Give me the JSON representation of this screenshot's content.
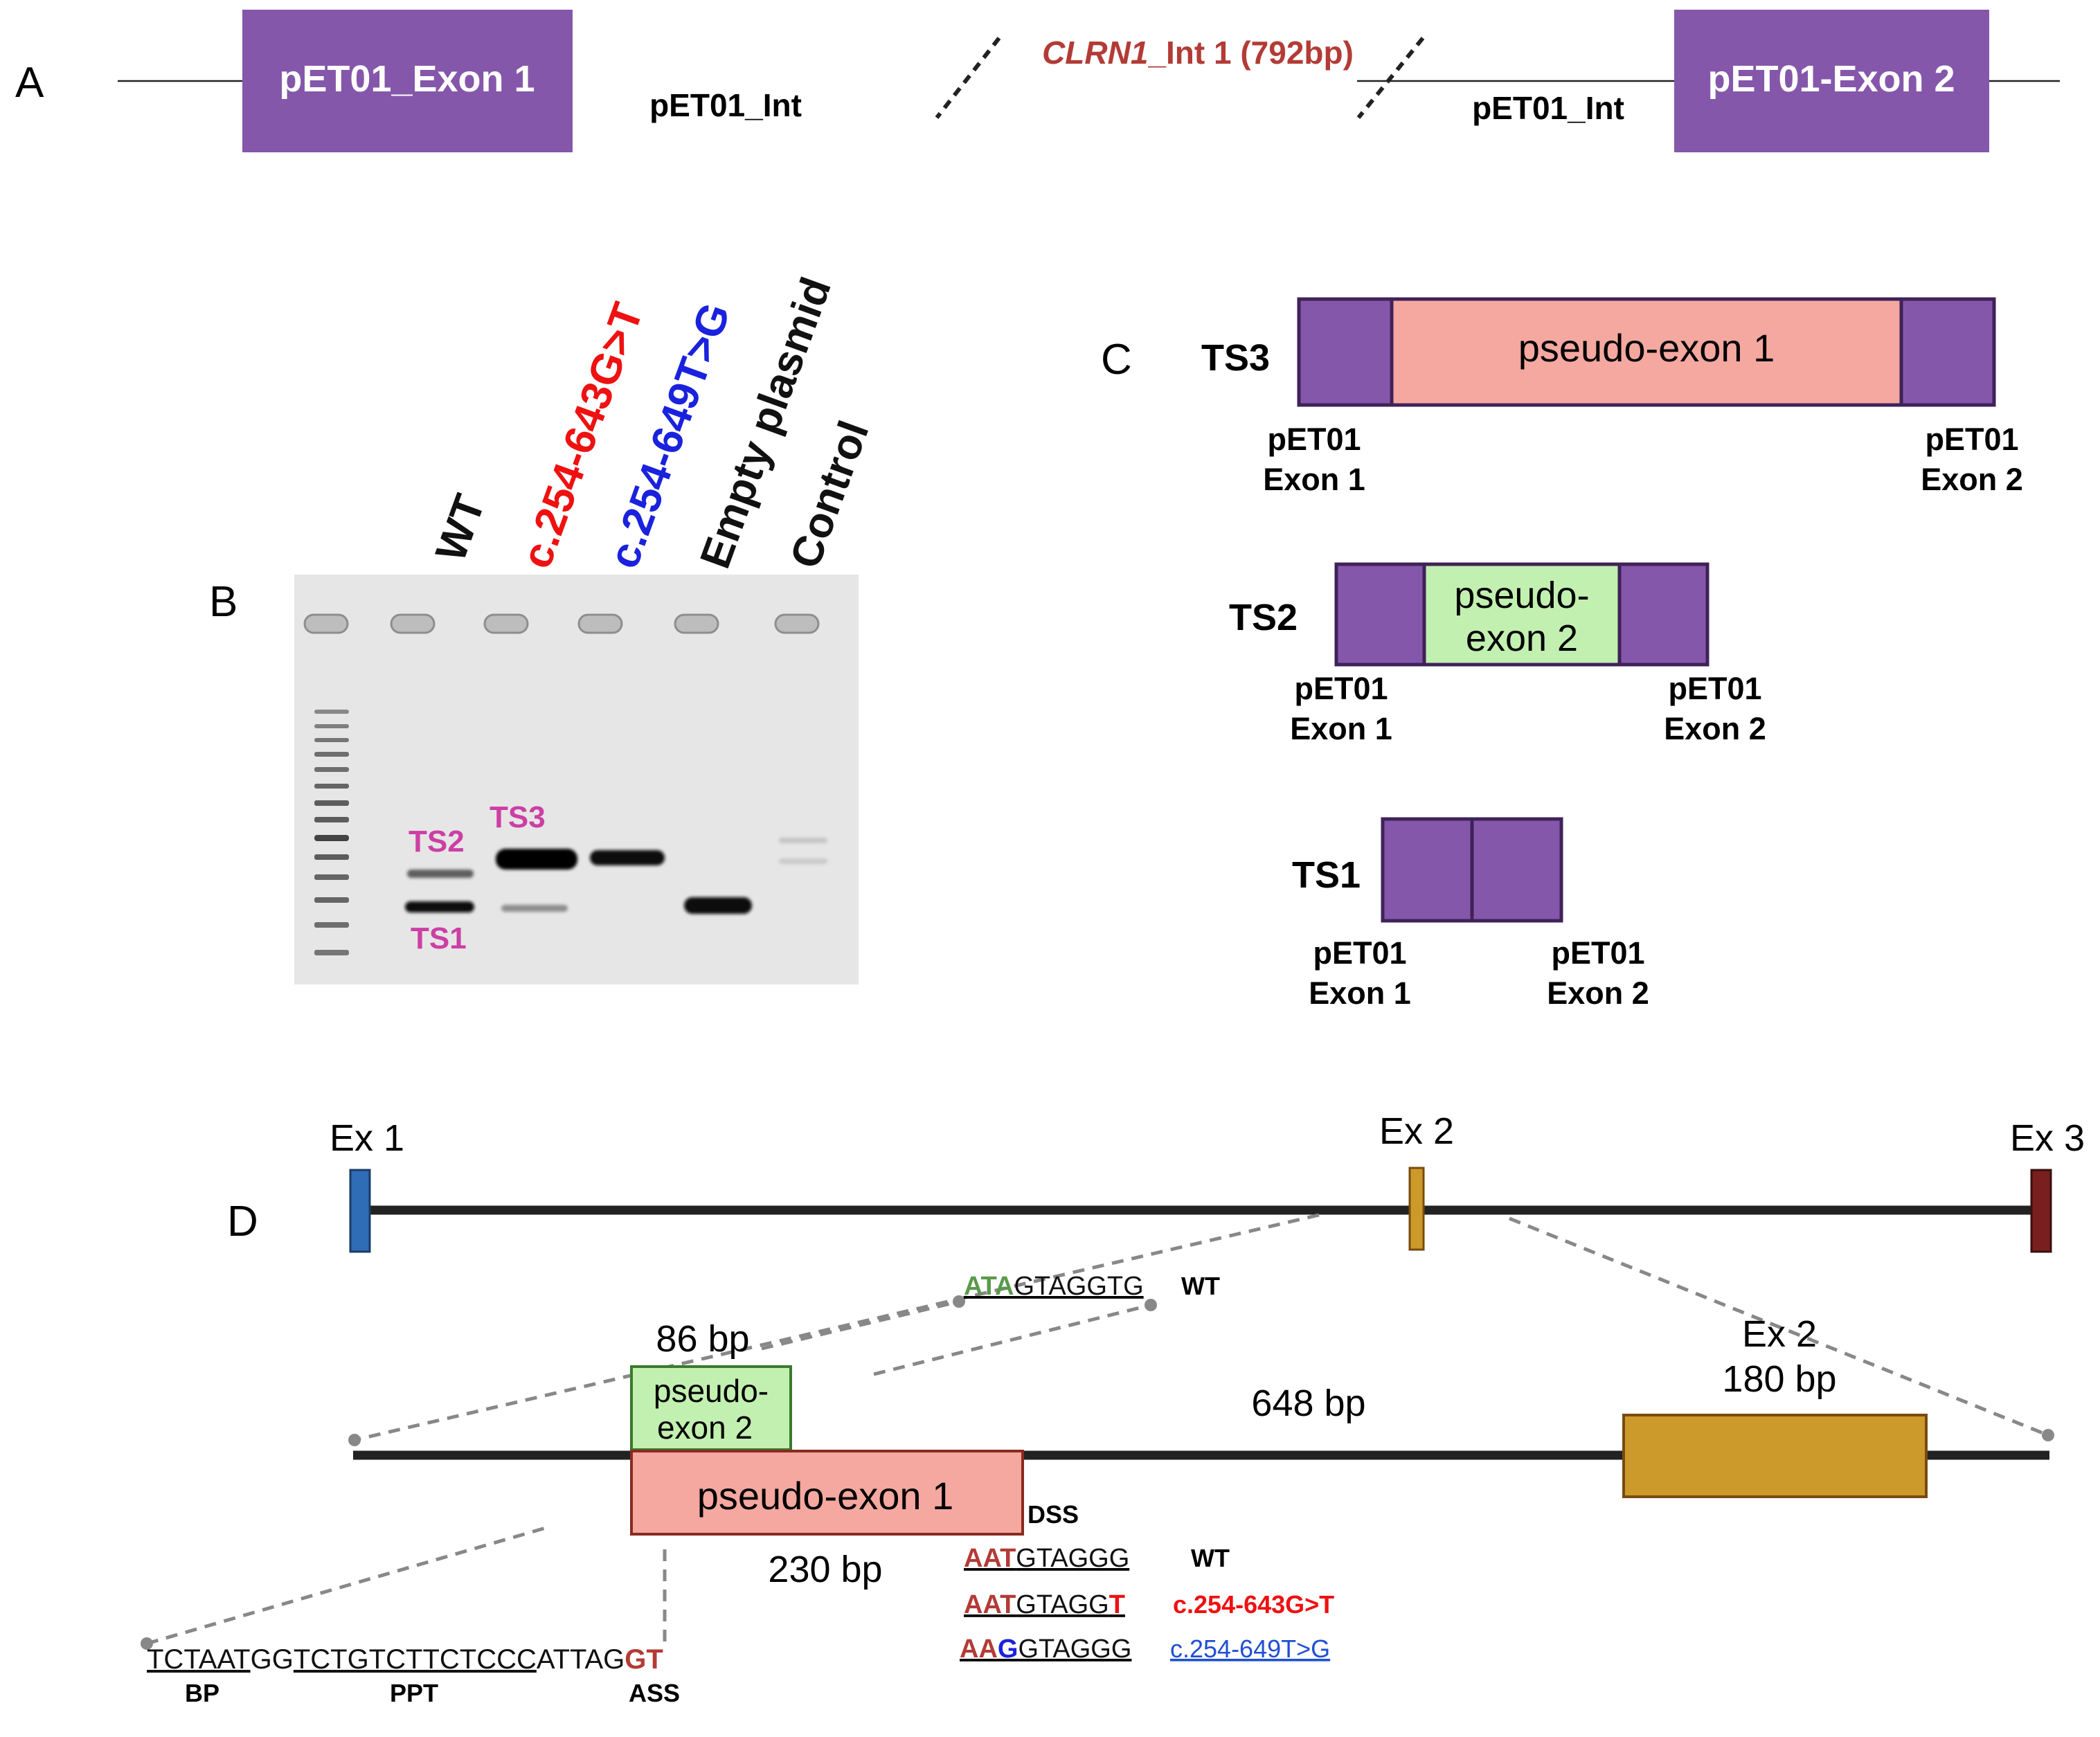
{
  "colors": {
    "purple_fill": "#8557aa",
    "purple_stroke": "#3f2258",
    "pink_fill": "#f4a8a0",
    "pink_stroke": "#8a2a22",
    "green_fill": "#c2f0b0",
    "green_stroke": "#3b7a2c",
    "gold_fill": "#cc9a2a",
    "gold_stroke": "#7a4a10",
    "ex1_blue": "#2f6db7",
    "ex3_maroon": "#7a1f1f",
    "red_text": "#ee1111",
    "blue_text": "#1a22dd",
    "magenta_text": "#cc3fa4",
    "dark_red_text": "#b33b36",
    "green_text": "#5a9a4a",
    "blue_link": "#1f4fd4"
  },
  "panelA": {
    "label": "A",
    "exon1": "pET01_Exon 1",
    "exon2": "pET01-Exon 2",
    "intron_left": "pET01_Int",
    "intron_right": "pET01_Int",
    "insert_gene": "CLRN1",
    "insert_rest": "_Int 1 (792bp)"
  },
  "panelB": {
    "label": "B",
    "lanes": [
      "WT",
      "c.254-643G>T",
      "c.254-649T>G",
      "Empty plasmid",
      "Control"
    ],
    "bands": {
      "ts1": "TS1",
      "ts2": "TS2",
      "ts3": "TS3"
    }
  },
  "panelC": {
    "label": "C",
    "ts3": {
      "name": "TS3",
      "middle": "pseudo-exon 1",
      "left": [
        "pET01",
        "Exon 1"
      ],
      "right": [
        "pET01",
        "Exon 2"
      ]
    },
    "ts2": {
      "name": "TS2",
      "middle": [
        "pseudo-",
        "exon 2"
      ],
      "left": [
        "pET01",
        "Exon 1"
      ],
      "right": [
        "pET01",
        "Exon 2"
      ]
    },
    "ts1": {
      "name": "TS1",
      "left": [
        "pET01",
        "Exon 1"
      ],
      "right": [
        "pET01",
        "Exon 2"
      ]
    }
  },
  "panelD": {
    "label": "D",
    "ex1": "Ex 1",
    "ex2": "Ex 2",
    "ex3": "Ex 3",
    "pe2_size": "86 bp",
    "pe2_label": [
      "pseudo-",
      "exon 2"
    ],
    "pe1_label": "pseudo-exon 1",
    "pe1_size": "230 bp",
    "intron_size": "648 bp",
    "ex2_zoom": [
      "Ex 2",
      "180 bp"
    ],
    "dss": "DSS",
    "wt_top": {
      "hl": "ATA",
      "rest": "GTAGGTG",
      "tag": "WT"
    },
    "seq_wt": {
      "hl": "AAT",
      "rest": "GTAGGG",
      "tag": "WT"
    },
    "seq_mut1": {
      "hl": "AAT",
      "rest": "GTAGG",
      "mut": "T",
      "tag": "c.254-643G>T"
    },
    "seq_mut2": {
      "hl1": "AA",
      "mut": "G",
      "rest": "GTAGGG",
      "tag": "c.254-649T>G"
    },
    "bottom_seq": {
      "p1": "TCTAAT",
      "p2": "GG",
      "p3": "TCTGTCTTCTCCC",
      "p4": "ATTAG",
      "p5": "GT"
    },
    "bottom_labels": {
      "bp": "BP",
      "ppt": "PPT",
      "ass": "ASS"
    }
  }
}
